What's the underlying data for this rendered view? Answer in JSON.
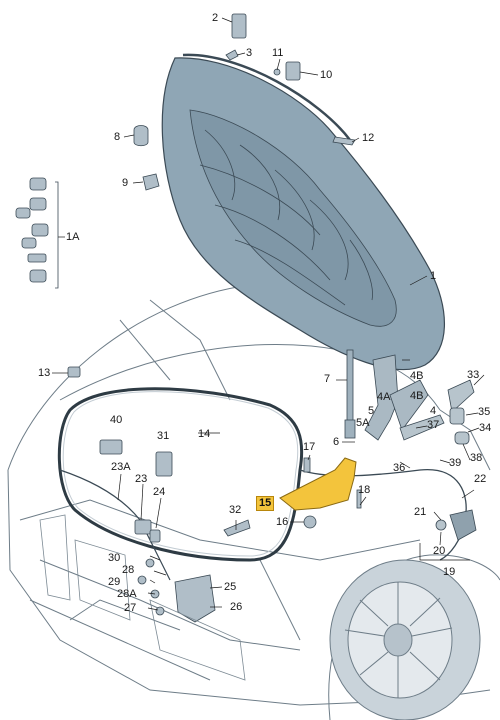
{
  "diagram": {
    "callouts": [
      {
        "id": "2",
        "text": "2"
      },
      {
        "id": "3",
        "text": "3"
      },
      {
        "id": "11",
        "text": "11"
      },
      {
        "id": "10",
        "text": "10"
      },
      {
        "id": "8",
        "text": "8"
      },
      {
        "id": "12",
        "text": "12"
      },
      {
        "id": "9",
        "text": "9"
      },
      {
        "id": "1A",
        "text": "1A"
      },
      {
        "id": "1",
        "text": "1"
      },
      {
        "id": "13",
        "text": "13"
      },
      {
        "id": "7",
        "text": "7"
      },
      {
        "id": "4B_top",
        "text": "4B"
      },
      {
        "id": "33",
        "text": "33"
      },
      {
        "id": "4A",
        "text": "4A"
      },
      {
        "id": "4B",
        "text": "4B"
      },
      {
        "id": "5",
        "text": "5"
      },
      {
        "id": "4",
        "text": "4"
      },
      {
        "id": "5A",
        "text": "5A"
      },
      {
        "id": "35",
        "text": "35"
      },
      {
        "id": "37",
        "text": "37"
      },
      {
        "id": "34",
        "text": "34"
      },
      {
        "id": "40",
        "text": "40"
      },
      {
        "id": "14",
        "text": "14"
      },
      {
        "id": "31",
        "text": "31"
      },
      {
        "id": "6",
        "text": "6"
      },
      {
        "id": "17",
        "text": "17"
      },
      {
        "id": "36",
        "text": "36"
      },
      {
        "id": "39",
        "text": "39"
      },
      {
        "id": "38",
        "text": "38"
      },
      {
        "id": "23A",
        "text": "23A"
      },
      {
        "id": "23",
        "text": "23"
      },
      {
        "id": "22",
        "text": "22"
      },
      {
        "id": "24",
        "text": "24"
      },
      {
        "id": "18",
        "text": "18"
      },
      {
        "id": "15",
        "text": "15"
      },
      {
        "id": "32",
        "text": "32"
      },
      {
        "id": "16",
        "text": "16"
      },
      {
        "id": "21",
        "text": "21"
      },
      {
        "id": "20",
        "text": "20"
      },
      {
        "id": "19",
        "text": "19"
      },
      {
        "id": "30",
        "text": "30"
      },
      {
        "id": "28",
        "text": "28"
      },
      {
        "id": "29",
        "text": "29"
      },
      {
        "id": "25",
        "text": "25"
      },
      {
        "id": "28A",
        "text": "28A"
      },
      {
        "id": "26",
        "text": "26"
      },
      {
        "id": "27",
        "text": "27"
      }
    ],
    "highlight_color": "#f3c43c",
    "hood_color": "#8fa6b5",
    "hood_recess_color": "#7f97a7",
    "line_color": "#3b4a55"
  }
}
